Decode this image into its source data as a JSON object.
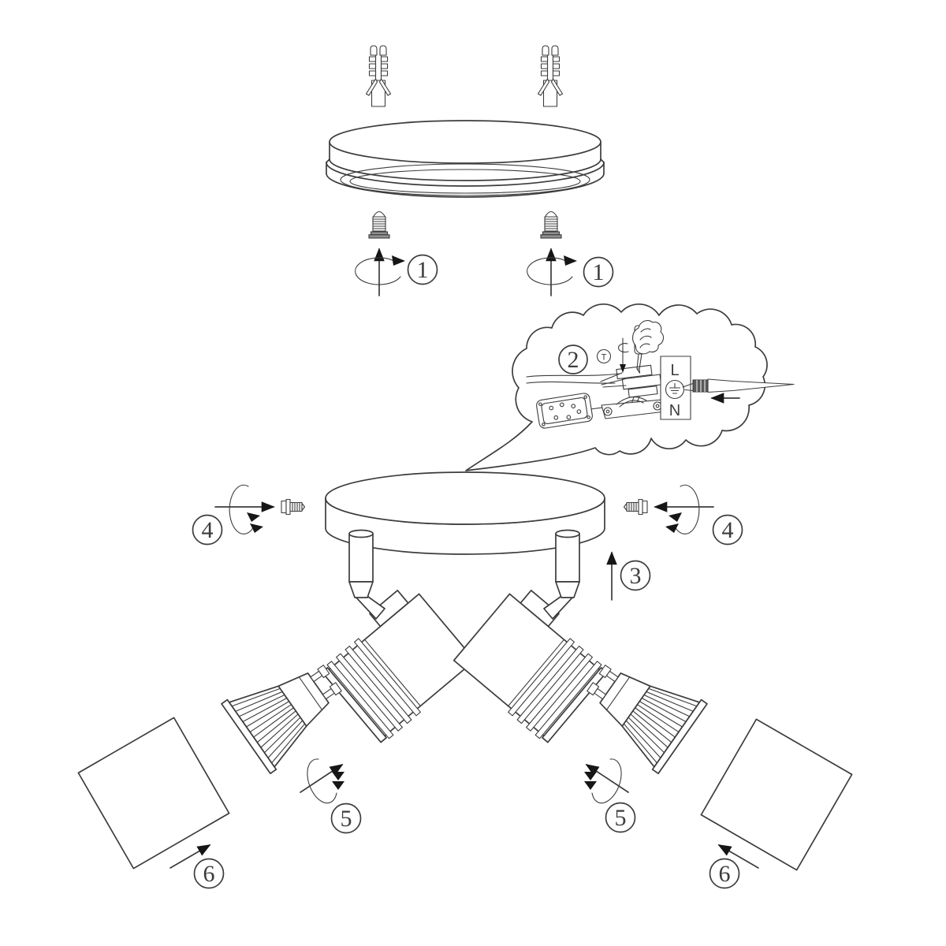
{
  "colors": {
    "line": "#3c3c3c",
    "arrow": "#161616",
    "background": "#ffffff"
  },
  "badges": {
    "s1": "1",
    "s2": "2",
    "s3": "3",
    "s4": "4",
    "s5": "5",
    "s6": "6"
  },
  "terminal_box": {
    "live": "L",
    "neutral": "N"
  },
  "tool_marker": {
    "label": "T"
  },
  "icons": {
    "wall-anchor-icon": "line-art plug",
    "mounting-screw-icon": "line-art screw",
    "rotate-screw-icon": "ellipse with arrow",
    "ceiling-ring": "line-art ring",
    "wiring-callout-cloud": "cloud bubble",
    "hand-screwdriver-icon": "hand turning screwdriver",
    "terminal-block-icon": "hatched block",
    "power-cable-icon": "double line",
    "mounting-bracket-icon": "plate with holes",
    "cable-clamp-icon": "clamp with screws",
    "earth-symbol-icon": "ground glyph in circle",
    "screwdriver-icon": "line-art screwdriver",
    "insert-arrow-icon": "filled arrow",
    "canopy-plate": "line-art disc",
    "spot-arm": "cylinder",
    "spotlight-head": "ribbed barrel",
    "gu10-bulb-icon": "ribbed reflector lamp",
    "glass-pane": "square outline",
    "slide-arrow-icon": "filled arrow"
  }
}
